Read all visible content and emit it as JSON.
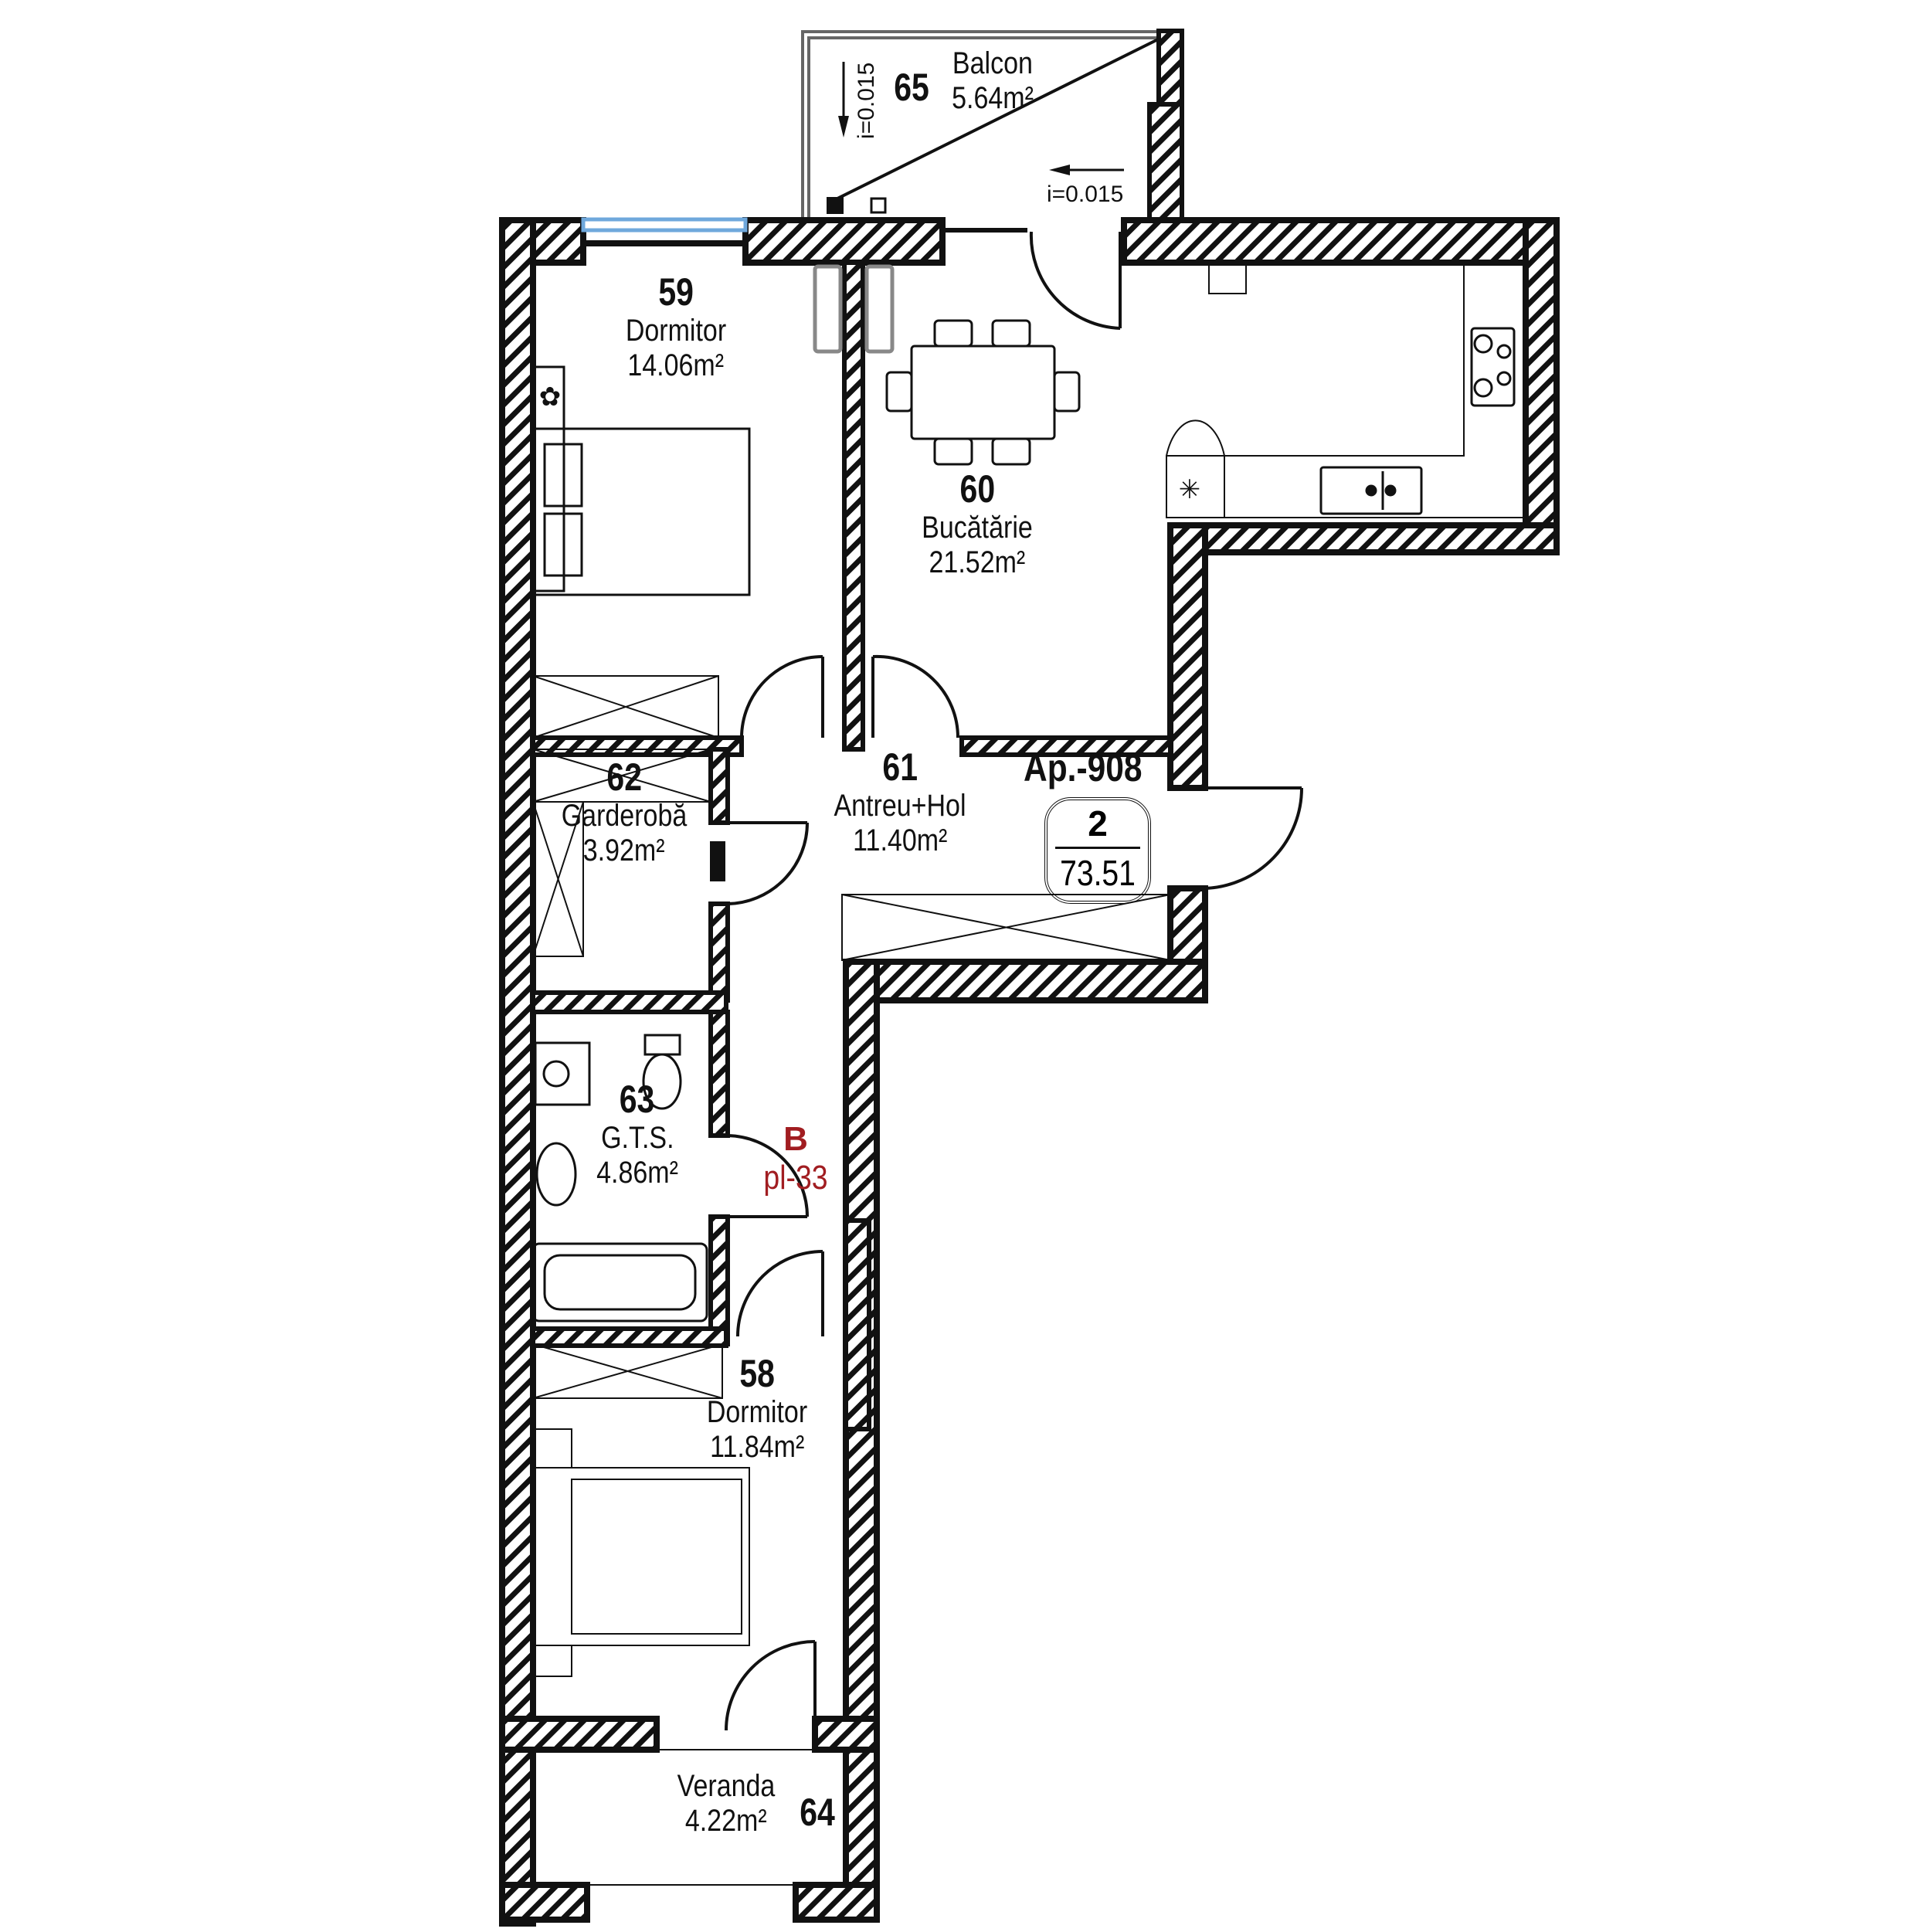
{
  "plan": {
    "apartment_label": "Ap.-908",
    "rooms_badge": {
      "rooms": "2",
      "total_area": "73.51"
    },
    "stair_reference": {
      "letter": "B",
      "code": "pl-33"
    },
    "colors": {
      "wall": "#111111",
      "window_glass": "#6fa8dc",
      "reference_red": "#a11d21",
      "fixture_gray": "#888888"
    }
  },
  "rooms": [
    {
      "number": "65",
      "name": "Balcon",
      "area": "5.64m²"
    },
    {
      "number": "59",
      "name": "Dormitor",
      "area": "14.06m²"
    },
    {
      "number": "60",
      "name": "Bucătărie",
      "area": "21.52m²"
    },
    {
      "number": "61",
      "name": "Antreu+Hol",
      "area": "11.40m²"
    },
    {
      "number": "62",
      "name": "Garderobă",
      "area": "3.92m²"
    },
    {
      "number": "63",
      "name": "G.T.S.",
      "area": "4.86m²"
    },
    {
      "number": "58",
      "name": "Dormitor",
      "area": "11.84m²"
    },
    {
      "number": "64",
      "name": "Veranda",
      "area": "4.22m²"
    }
  ],
  "annotations": {
    "balcony_slope_vertical": "i=0.015",
    "balcony_slope_horizontal": "i=0.015"
  },
  "icons": [
    "bed-icon",
    "flower-icon",
    "dining-table-icon",
    "stove-icon",
    "sink-icon",
    "fridge-icon",
    "toilet-icon",
    "washbasin-icon",
    "bathtub-icon",
    "washing-machine-icon",
    "wardrobe-icon",
    "door-swing-icon",
    "drain-icon",
    "slope-arrow-icon"
  ]
}
